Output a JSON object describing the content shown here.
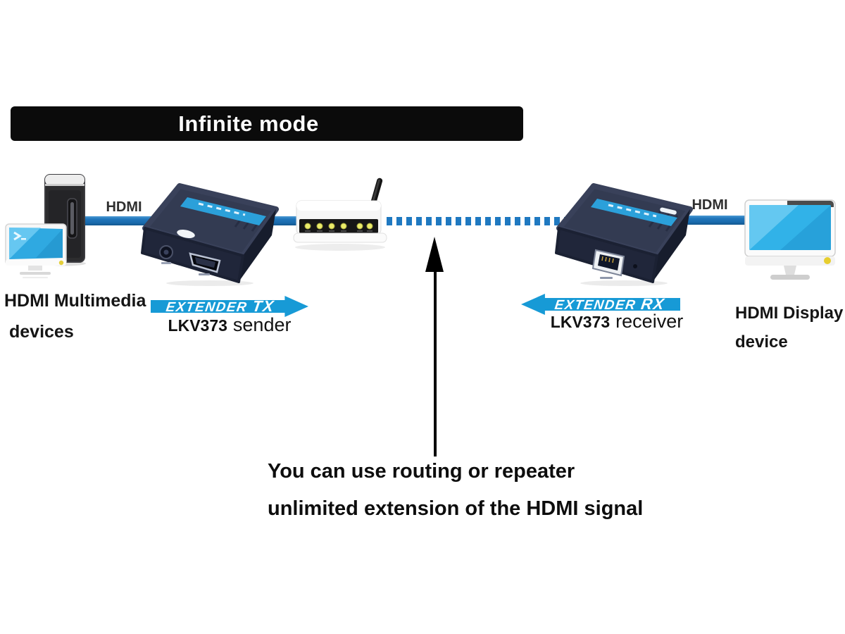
{
  "banner": {
    "title": "Infinite mode"
  },
  "connections": {
    "left_cable_label": "HDMI",
    "right_cable_label": "HDMI"
  },
  "devices": {
    "source": {
      "label_line1": "HDMI Multimedia",
      "label_line2": "devices"
    },
    "tx": {
      "arrow_word": "EXTENDER",
      "arrow_suffix": "TX",
      "model": "LKV373",
      "role": "sender"
    },
    "rx": {
      "arrow_word": "EXTENDER",
      "arrow_suffix": "RX",
      "model": "LKV373",
      "role": "receiver"
    },
    "display": {
      "label_line1": "HDMI Display",
      "label_line2": "device"
    }
  },
  "note": {
    "line1": "You can use routing or repeater",
    "line2": "unlimited extension of the HDMI signal"
  },
  "colors": {
    "banner_bg": "#0b0b0b",
    "cable_blue": "#1e74b8",
    "badge_blue": "#179ad6",
    "device_navy": "#2b3247",
    "led_yellow": "#eaeb6a",
    "screen_cyan": "#31b2e8"
  }
}
